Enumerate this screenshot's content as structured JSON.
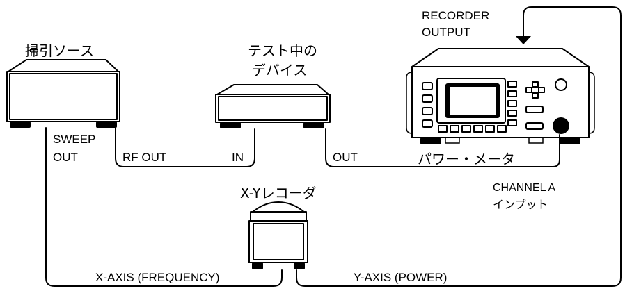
{
  "devices": {
    "sweeper": {
      "title": "掃引ソース",
      "port_sweep_out_line1": "SWEEP",
      "port_sweep_out_line2": "OUT",
      "port_rf_out": "RF OUT"
    },
    "dut": {
      "title_line1": "テスト中の",
      "title_line2": "デバイス",
      "port_in": "IN",
      "port_out": "OUT"
    },
    "power_meter": {
      "recorder_output_line1": "RECORDER",
      "recorder_output_line2": "OUTPUT",
      "label": "パワー・メータ",
      "channel_line1": "CHANNEL A",
      "channel_line2": "インプット"
    },
    "xy_recorder": {
      "title": "X-Yレコーダ",
      "x_axis": "X-AXIS (FREQUENCY)",
      "y_axis": "Y-AXIS (POWER)"
    }
  }
}
